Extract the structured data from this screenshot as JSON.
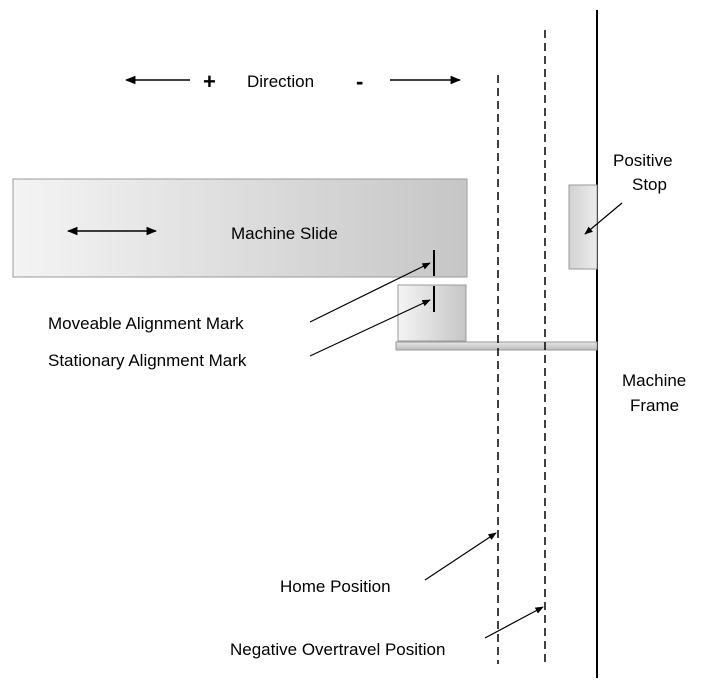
{
  "labels": {
    "direction": "Direction",
    "plus": "+",
    "minus": "-",
    "machine_slide": "Machine Slide",
    "positive_stop_line1": "Positive",
    "positive_stop_line2": "Stop",
    "moveable_mark": "Moveable Alignment Mark",
    "stationary_mark": "Stationary Alignment Mark",
    "machine_frame_line1": "Machine",
    "machine_frame_line2": "Frame",
    "home_position": "Home Position",
    "negative_overtravel": "Negative Overtravel Position"
  },
  "colors": {
    "gradient_light": "#f4f4f4",
    "gradient_dark": "#c6c6c6",
    "outline": "#9a9a9a",
    "line": "#000000"
  },
  "icons": {
    "direction_arrows": "left-right-arrow-icon",
    "slide_motion": "double-headed-arrow-icon"
  }
}
